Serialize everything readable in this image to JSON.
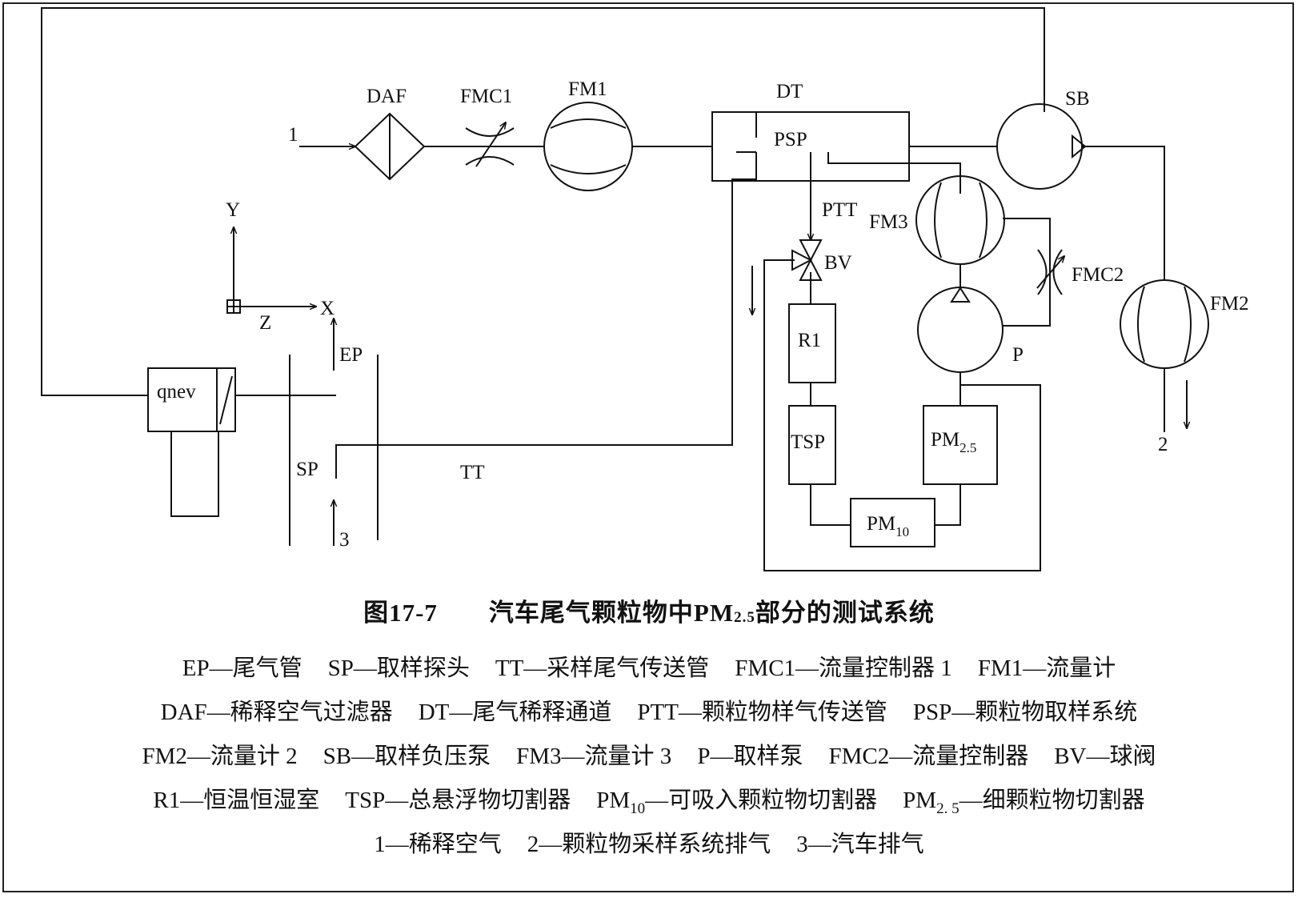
{
  "labels": {
    "in1": "1",
    "daf": "DAF",
    "fmc1": "FMC1",
    "fm1": "FM1",
    "dt": "DT",
    "psp": "PSP",
    "sb": "SB",
    "ptt": "PTT",
    "fm3": "FM3",
    "bv": "BV",
    "fmc2": "FMC2",
    "fm2": "FM2",
    "p": "P",
    "r1": "R1",
    "tsp": "TSP",
    "pm25_base": "PM",
    "pm25_sub": "2.5",
    "pm10_base": "PM",
    "pm10_sub": "10",
    "out2": "2",
    "y": "Y",
    "x": "X",
    "z": "Z",
    "ep": "EP",
    "qnev": "qnev",
    "sp": "SP",
    "tt": "TT",
    "in3": "3"
  },
  "caption": {
    "prefix": "图17-7　　汽车尾气颗粒物中PM",
    "sub": "2.5",
    "suffix": "部分的测试系统"
  },
  "legend": [
    [
      {
        "t": "EP—尾气管"
      },
      {
        "t": "SP—取样探头"
      },
      {
        "t": "TT—采样尾气传送管"
      },
      {
        "t": "FMC1—流量控制器 1"
      },
      {
        "t": "FM1—流量计"
      }
    ],
    [
      {
        "t": "DAF—稀释空气过滤器"
      },
      {
        "t": "DT—尾气稀释通道"
      },
      {
        "t": "PTT—颗粒物样气传送管"
      },
      {
        "t": "PSP—颗粒物取样系统"
      }
    ],
    [
      {
        "t": "FM2—流量计 2"
      },
      {
        "t": "SB—取样负压泵"
      },
      {
        "t": "FM3—流量计 3"
      },
      {
        "t": "P—取样泵"
      },
      {
        "t": "FMC2—流量控制器"
      },
      {
        "t": "BV—球阀"
      }
    ],
    [
      {
        "t": "R1—恒温恒湿室"
      },
      {
        "t": "TSP—总悬浮物切割器"
      },
      {
        "pre": "PM",
        "sub": "10",
        "post": "—可吸入颗粒物切割器"
      },
      {
        "pre": "PM",
        "sub": "2. 5",
        "post": "—细颗粒物切割器"
      }
    ],
    [
      {
        "t": "1—稀释空气"
      },
      {
        "t": "2—颗粒物采样系统排气"
      },
      {
        "t": "3—汽车排气"
      }
    ]
  ]
}
